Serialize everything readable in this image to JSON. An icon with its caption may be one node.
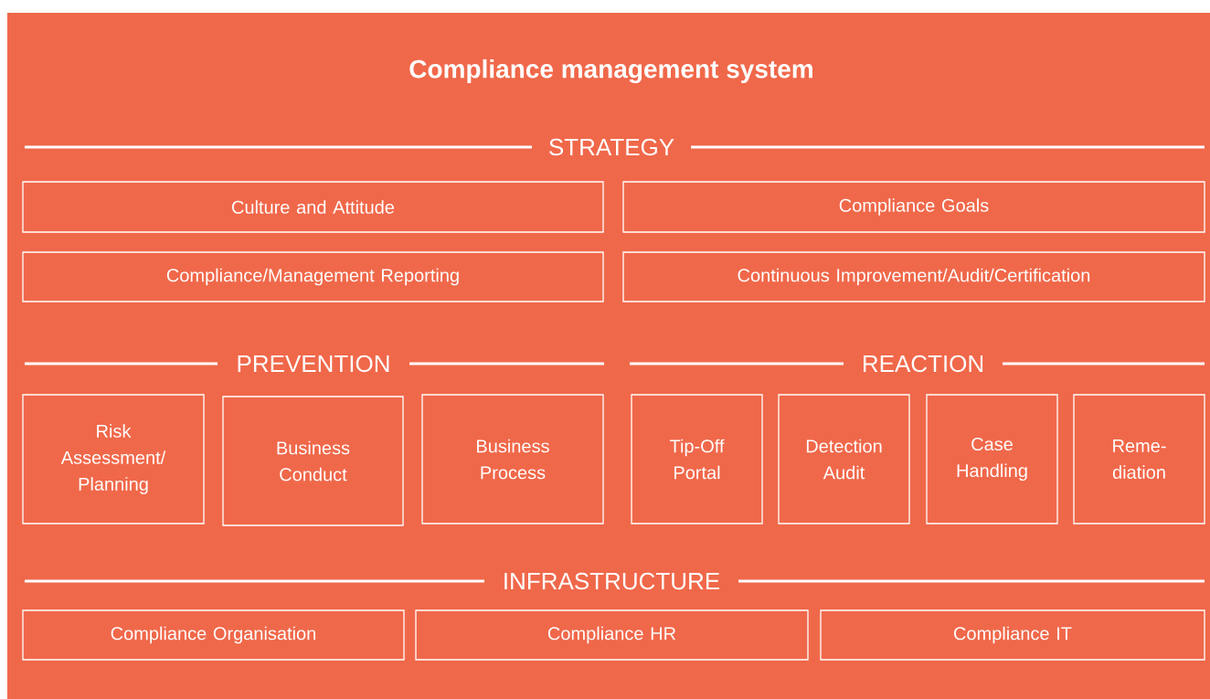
{
  "diagram": {
    "title": "Compliance management system",
    "nodes": [
      {
        "text": [
          "Culture and Attitude"
        ]
      },
      {
        "text": [
          "Compliance Goals"
        ]
      },
      {
        "text": [
          "Compliance/Management Reporting"
        ]
      },
      {
        "text": [
          "Continuous Improvement/Audit/Certification"
        ]
      },
      {
        "text": [
          "Risk Assessment/ Planning"
        ]
      },
      {
        "text": [
          "Business Conduct"
        ]
      },
      {
        "text": [
          "Business Process"
        ]
      },
      {
        "text": [
          "Tip-Off Portal"
        ]
      },
      {
        "text": [
          "Detection Audit"
        ]
      },
      {
        "text": [
          "Case Handling"
        ]
      },
      {
        "text": [
          "Reme- diation"
        ]
      },
      {
        "text": [
          "Compliance Organisation"
        ]
      },
      {
        "text": [
          "Compliance HR"
        ]
      },
      {
        "text": [
          "Compliance IT"
        ]
      }
    ],
    "labels": [
      "STRATEGY",
      "PREVENTION",
      "REACTION",
      "INFRASTRUCTURE"
    ]
  }
}
